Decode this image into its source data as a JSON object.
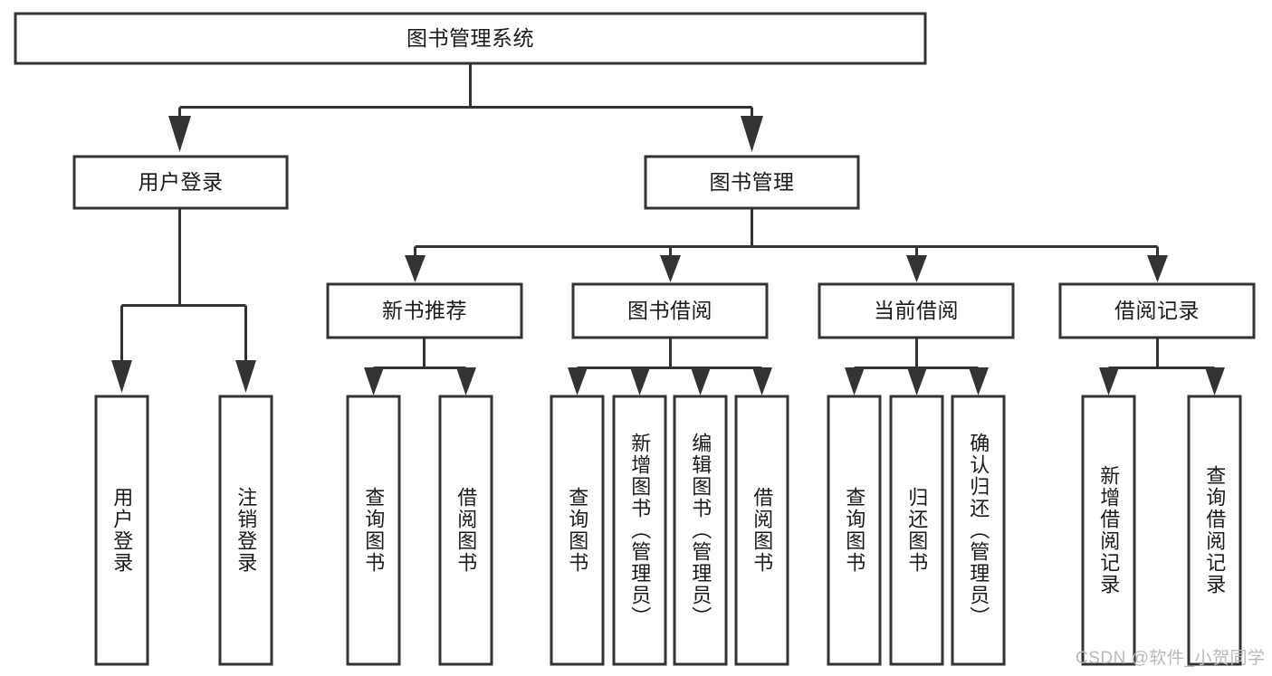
{
  "diagram": {
    "type": "tree-hierarchy",
    "title": "图书管理系统",
    "watermark": "CSDN @软件_小贺同学",
    "colors": {
      "stroke": "#333333",
      "fill": "#ffffff",
      "text": "#1a1a1a",
      "watermark": "#b9b9b9"
    },
    "levels": [
      {
        "level": 1,
        "nodes": [
          {
            "id": "root",
            "label": "图书管理系统",
            "orientation": "horizontal"
          }
        ]
      },
      {
        "level": 2,
        "nodes": [
          {
            "id": "l2-login",
            "label": "用户登录",
            "orientation": "horizontal",
            "parent": "root"
          },
          {
            "id": "l2-bookmgr",
            "label": "图书管理",
            "orientation": "horizontal",
            "parent": "root"
          }
        ]
      },
      {
        "level": 3,
        "nodes": [
          {
            "id": "l3-newbook",
            "label": "新书推荐",
            "orientation": "horizontal",
            "parent": "l2-bookmgr"
          },
          {
            "id": "l3-borrow",
            "label": "图书借阅",
            "orientation": "horizontal",
            "parent": "l2-bookmgr"
          },
          {
            "id": "l3-current",
            "label": "当前借阅",
            "orientation": "horizontal",
            "parent": "l2-bookmgr"
          },
          {
            "id": "l3-records",
            "label": "借阅记录",
            "orientation": "horizontal",
            "parent": "l2-bookmgr"
          }
        ]
      },
      {
        "level": 4,
        "nodes": [
          {
            "id": "leaf-1",
            "label": "用户登录",
            "orientation": "vertical",
            "parent": "l2-login"
          },
          {
            "id": "leaf-2",
            "label": "注销登录",
            "orientation": "vertical",
            "parent": "l2-login"
          },
          {
            "id": "leaf-3",
            "label": "查询图书",
            "orientation": "vertical",
            "parent": "l3-newbook"
          },
          {
            "id": "leaf-4",
            "label": "借阅图书",
            "orientation": "vertical",
            "parent": "l3-newbook"
          },
          {
            "id": "leaf-5",
            "label": "查询图书",
            "orientation": "vertical",
            "parent": "l3-borrow"
          },
          {
            "id": "leaf-6",
            "label": "新增图书（管理员）",
            "orientation": "vertical",
            "parent": "l3-borrow"
          },
          {
            "id": "leaf-7",
            "label": "编辑图书（管理员）",
            "orientation": "vertical",
            "parent": "l3-borrow"
          },
          {
            "id": "leaf-8",
            "label": "借阅图书",
            "orientation": "vertical",
            "parent": "l3-borrow"
          },
          {
            "id": "leaf-9",
            "label": "查询图书",
            "orientation": "vertical",
            "parent": "l3-current"
          },
          {
            "id": "leaf-10",
            "label": "归还图书",
            "orientation": "vertical",
            "parent": "l3-current"
          },
          {
            "id": "leaf-11",
            "label": "确认归还（管理员）",
            "orientation": "vertical",
            "parent": "l3-current"
          },
          {
            "id": "leaf-12",
            "label": "新增借阅记录",
            "orientation": "vertical",
            "parent": "l3-records"
          },
          {
            "id": "leaf-13",
            "label": "查询借阅记录",
            "orientation": "vertical",
            "parent": "l3-records"
          }
        ]
      }
    ]
  }
}
